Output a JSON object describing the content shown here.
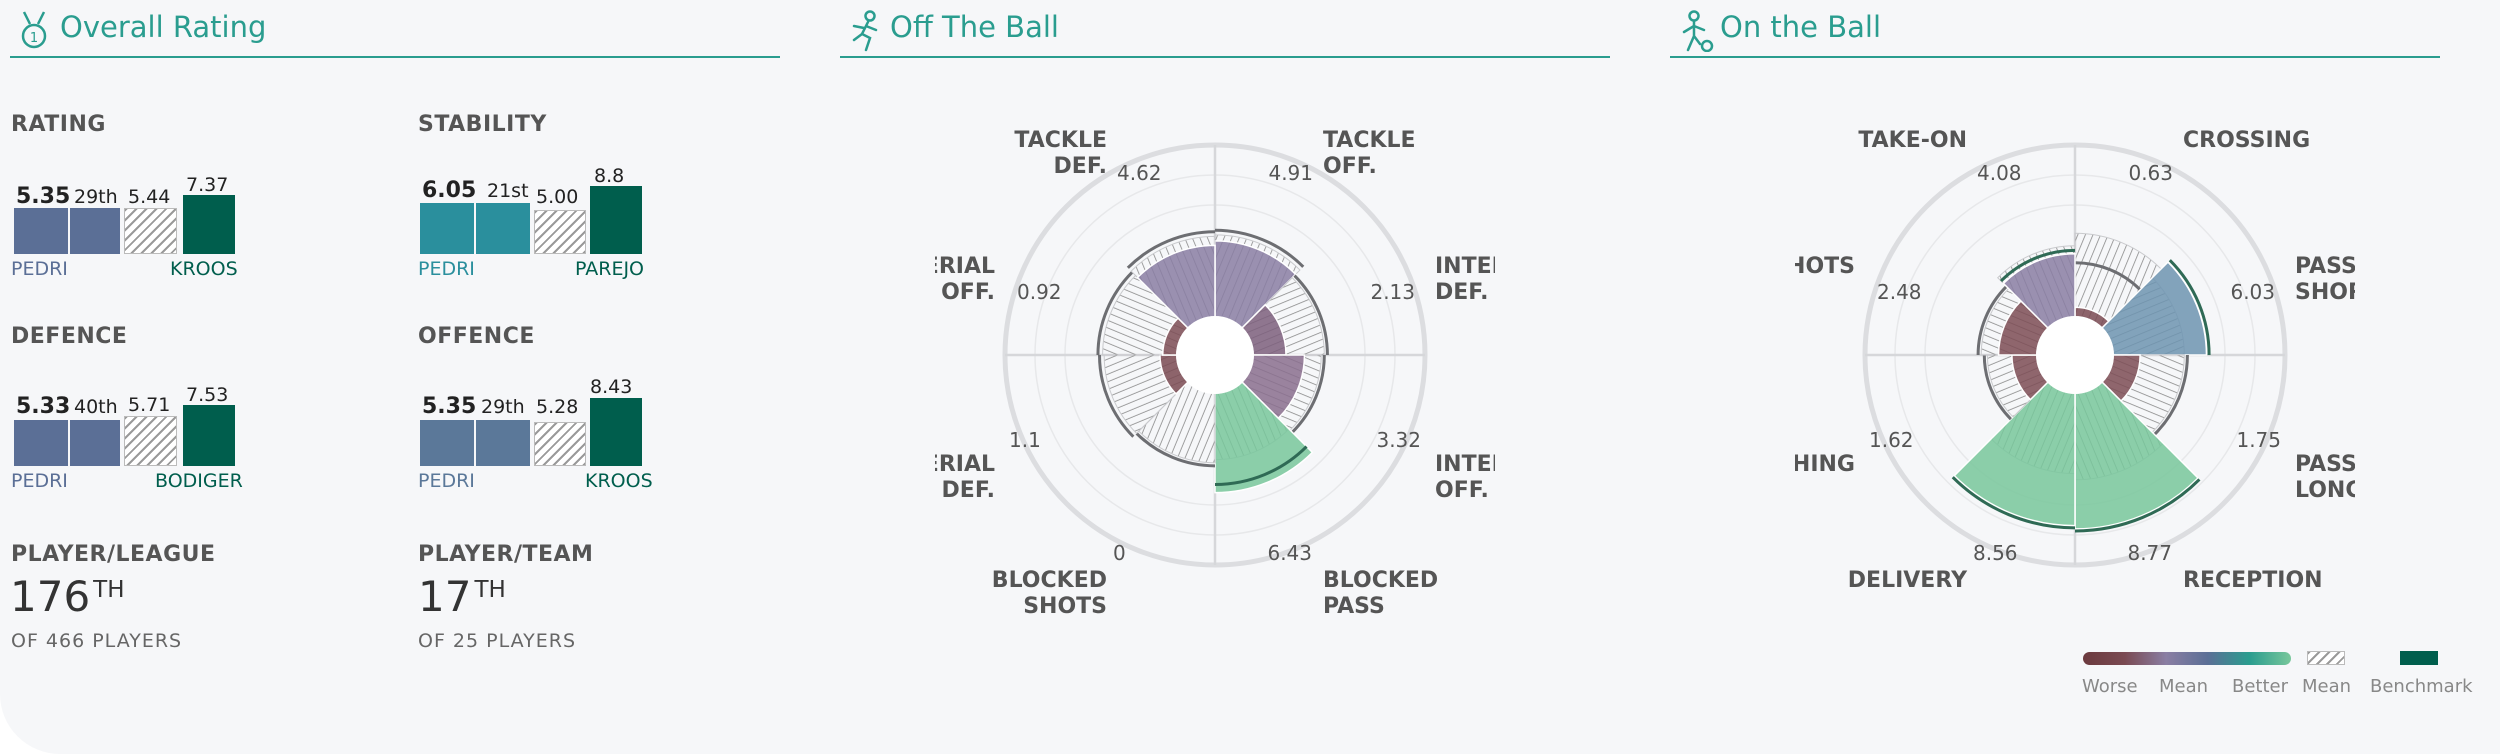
{
  "sections": {
    "overall": {
      "title": "Overall Rating",
      "icon": "medal-icon"
    },
    "off_ball": {
      "title": "Off The Ball",
      "icon": "running-player-icon"
    },
    "on_ball": {
      "title": "On the Ball",
      "icon": "player-with-ball-icon"
    }
  },
  "metrics": [
    {
      "label": "RATING",
      "value": "5.35",
      "rank": "29th",
      "mean": "5.44",
      "bench": "7.37",
      "player": "PEDRI",
      "bench_player": "KROOS",
      "color": "#5b6f96"
    },
    {
      "label": "STABILITY",
      "value": "6.05",
      "rank": "21st",
      "mean": "5.00",
      "bench": "8.8",
      "player": "PEDRI",
      "bench_player": "PAREJO",
      "color": "#2a8f9d"
    },
    {
      "label": "DEFENCE",
      "value": "5.33",
      "rank": "40th",
      "mean": "5.71",
      "bench": "7.53",
      "player": "PEDRI",
      "bench_player": "BODIGER",
      "color": "#5b6f96"
    },
    {
      "label": "OFFENCE",
      "value": "5.35",
      "rank": "29th",
      "mean": "5.28",
      "bench": "8.43",
      "player": "PEDRI",
      "bench_player": "KROOS",
      "color": "#5b7899"
    }
  ],
  "ranks": [
    {
      "label": "PLAYER/LEAGUE",
      "rank": "176",
      "suffix": "TH",
      "sub": "OF 466 PLAYERS"
    },
    {
      "label": "PLAYER/TEAM",
      "rank": "17",
      "suffix": "TH",
      "sub": "OF 25 PLAYERS"
    }
  ],
  "chart_data": [
    {
      "type": "radial-bar",
      "title": "Off The Ball",
      "categories": [
        "TACKLE OFF.",
        "INTERCEPT DEF.",
        "INTERCEPT OFF.",
        "BLOCKED PASS",
        "BLOCKED SHOTS",
        "AERIAL DEF.",
        "AERIAL OFF.",
        "TACKLE DEF."
      ],
      "values": [
        4.91,
        2.13,
        3.32,
        6.43,
        0,
        1.1,
        0.92,
        4.62
      ],
      "colors": [
        "#8a7ea3",
        "#7c5f7c",
        "#8a6e8e",
        "#78c79b",
        "#6b3a3e",
        "#7a4a52",
        "#7c4c55",
        "#8a7ea3"
      ],
      "mean": [
        5.3,
        4.6,
        4.4,
        4.3,
        4.5,
        4.7,
        4.8,
        5.2
      ],
      "benchmark": [
        5.6,
        4.8,
        4.6,
        5.9,
        4.7,
        5.0,
        5.1,
        5.5
      ]
    },
    {
      "type": "radial-bar",
      "title": "On the Ball",
      "categories": [
        "CROSSING",
        "PASS SHORT",
        "PASS LONG",
        "RECEPTION",
        "DELIVERY",
        "FINISHING",
        "SHOTS",
        "TAKE-ON"
      ],
      "values": [
        0.63,
        6.03,
        1.75,
        8.77,
        8.56,
        1.62,
        2.48,
        4.08
      ],
      "colors": [
        "#7a4a52",
        "#6d94b0",
        "#7c4c55",
        "#78c79b",
        "#78c79b",
        "#7c4c55",
        "#7c4c55",
        "#8a7ea3"
      ],
      "mean": [
        5.4,
        4.6,
        4.6,
        5.6,
        5.2,
        3.2,
        3.6,
        4.6
      ],
      "benchmark": [
        3.5,
        6.2,
        4.8,
        8.9,
        8.7,
        3.4,
        3.8,
        4.3
      ]
    }
  ],
  "legend": {
    "worse": "Worse",
    "mean": "Mean",
    "better": "Better",
    "mean2": "Mean",
    "benchmark": "Benchmark"
  }
}
